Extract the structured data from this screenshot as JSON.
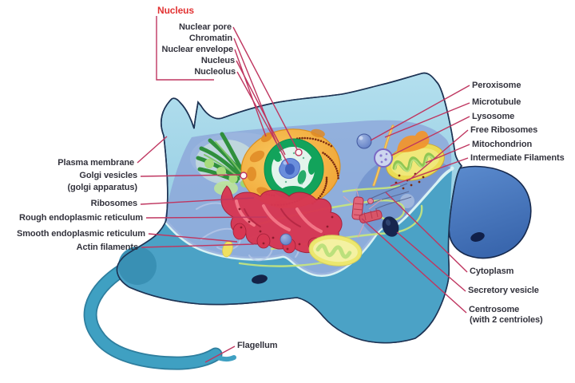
{
  "title": "Animal cell diagram",
  "labels": {
    "heading": "Nucleus",
    "nuclear_pore": "Nuclear pore",
    "chromatin": "Chromatin",
    "nuclear_envelope": "Nuclear envelope",
    "nucleus": "Nucleus",
    "nucleolus": "Nucleolus",
    "plasma_membrane": "Plasma membrane",
    "golgi_vesicles": "Golgi vesicles",
    "golgi_apparatus": "(golgi apparatus)",
    "ribosomes": "Ribosomes",
    "rough_er": "Rough endoplasmic reticulum",
    "smooth_er": "Smooth endoplasmic reticulum",
    "actin_filaments": "Actin filaments",
    "peroxisome": "Peroxisome",
    "microtubule": "Microtubule",
    "lysosome": "Lysosome",
    "free_ribosomes": "Free Ribosomes",
    "mitochondrion": "Mitochondrion",
    "intermediate_filaments": "Intermediate Filaments",
    "cytoplasm": "Cytoplasm",
    "secretory_vesicle": "Secretory vesicle",
    "centrosome": "Centrosome",
    "centrosome_sub": "(with 2 centrioles)",
    "flagellum": "Flagellum"
  },
  "colors": {
    "leader_line": "#bf3660",
    "heading_red": "#e23333",
    "label_text": "#33333d",
    "membrane_blue": "#a6d8e9",
    "bottom_band_teal": "#4ba2c6",
    "right_lobe_blue": "#4d7fc4",
    "cytosol_overlay": "#8ca4d8",
    "nucleus_envelope_orange": "#f2a839",
    "chromatin_green": "#12a35b",
    "nucleolus_blue": "#6a8edc",
    "er_red": "#d73753",
    "mitochondria_yellow": "#eadc55",
    "flagellum_teal": "#3fa0c2"
  }
}
